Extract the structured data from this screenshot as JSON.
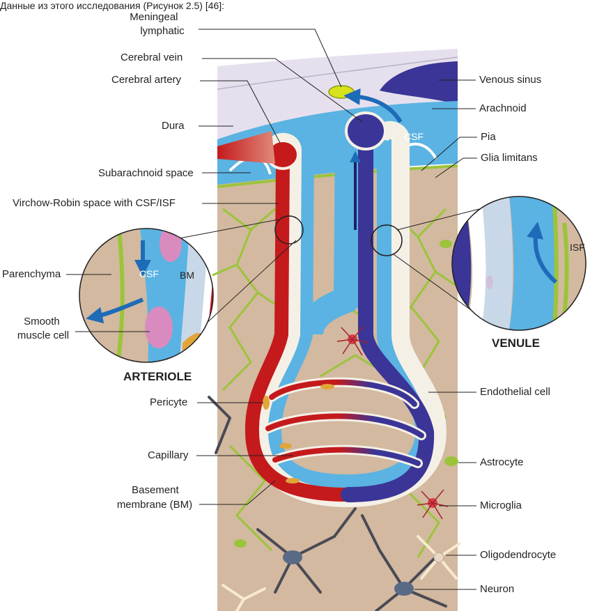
{
  "caption": "Данные из этого исследования (Рисунок 2.5) [46]:",
  "labels": {
    "meningeal_lymphatic": [
      "Meningeal",
      "lymphatic"
    ],
    "cerebral_vein": "Cerebral vein",
    "cerebral_artery": "Cerebral artery",
    "dura": "Dura",
    "subarachnoid_space": "Subarachnoid space",
    "virchow_robin": "Virchow-Robin space with CSF/ISF",
    "parenchyma": "Parenchyma",
    "smooth_muscle": [
      "Smooth",
      "muscle cell"
    ],
    "pericyte": "Pericyte",
    "capillary": "Capillary",
    "basement_membrane": [
      "Basement",
      "membrane (BM)"
    ],
    "venous_sinus": "Venous sinus",
    "arachnoid": "Arachnoid",
    "pia": "Pia",
    "glia_limitans": "Glia limitans",
    "endothelial_cell": "Endothelial cell",
    "astrocyte": "Astrocyte",
    "microglia": "Microglia",
    "oligodendrocyte": "Oligodendrocyte",
    "neuron": "Neuron",
    "csf_top": "CSF",
    "csf_inset": "CSF",
    "bm_inset": "BM",
    "isf_inset": "ISF"
  },
  "titles": {
    "arteriole": "ARTERIOLE",
    "venule": "VENULE"
  },
  "colors": {
    "artery": "#c41a1c",
    "vein": "#3a3596",
    "csf": "#5ab3e2",
    "parenchyma": "#d2b9a0",
    "glia": "#9cc43a",
    "lymphatic": "#d8e21c",
    "dura": "#e6e0ee",
    "pericyte": "#e1a53a",
    "smooth_muscle": "#d98bbf"
  }
}
